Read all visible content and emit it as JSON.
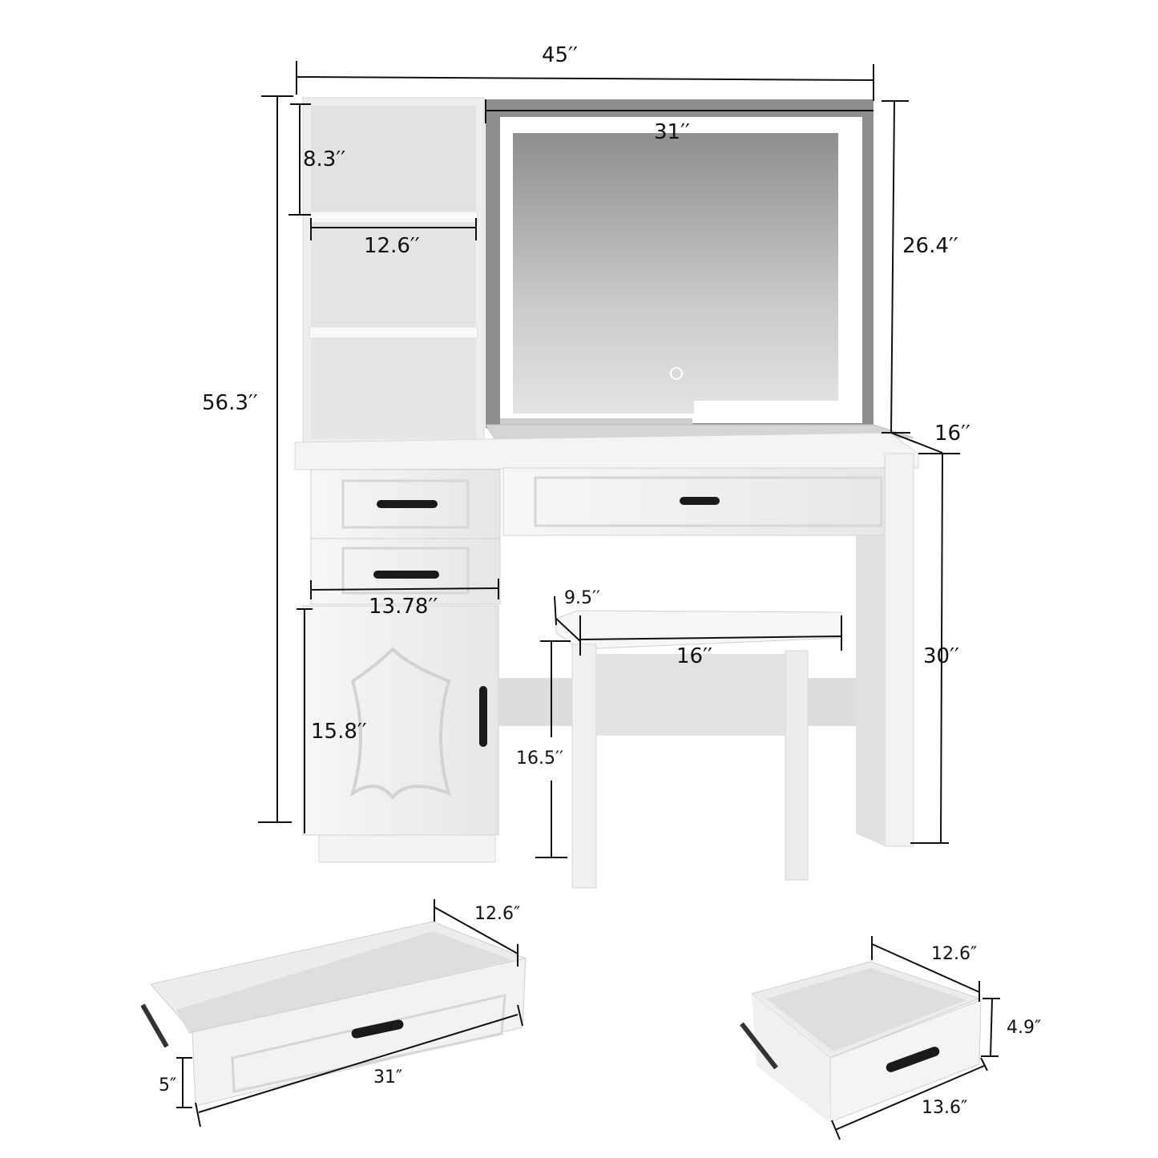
{
  "diagram": {
    "type": "product-dimension-diagram",
    "subject": "Vanity desk with lighted mirror, shelves, drawers, cabinet and stool",
    "vanity": {
      "overall_width": "45′′",
      "overall_height": "56.3′′",
      "mirror_width": "31′′",
      "mirror_height": "26.4′′",
      "depth": "16′′",
      "table_height": "30′′",
      "shelf_height": "8.3′′",
      "shelf_width": "12.6′′",
      "side_drawer_width": "13.78′′",
      "cabinet_height": "15.8′′"
    },
    "stool": {
      "depth": "9.5′′",
      "width": "16′′",
      "height": "16.5′′"
    },
    "large_drawer": {
      "depth": "12.6″",
      "width": "31″",
      "height": "5″"
    },
    "small_drawer": {
      "depth": "12.6″",
      "width": "13.6″",
      "height": "4.9″"
    },
    "colors": {
      "furniture": "#f2f2f2",
      "mirror": "#a9a9a9",
      "led": "#ffffff",
      "handle": "#1a1a1a",
      "dimension_line": "#111111"
    }
  }
}
